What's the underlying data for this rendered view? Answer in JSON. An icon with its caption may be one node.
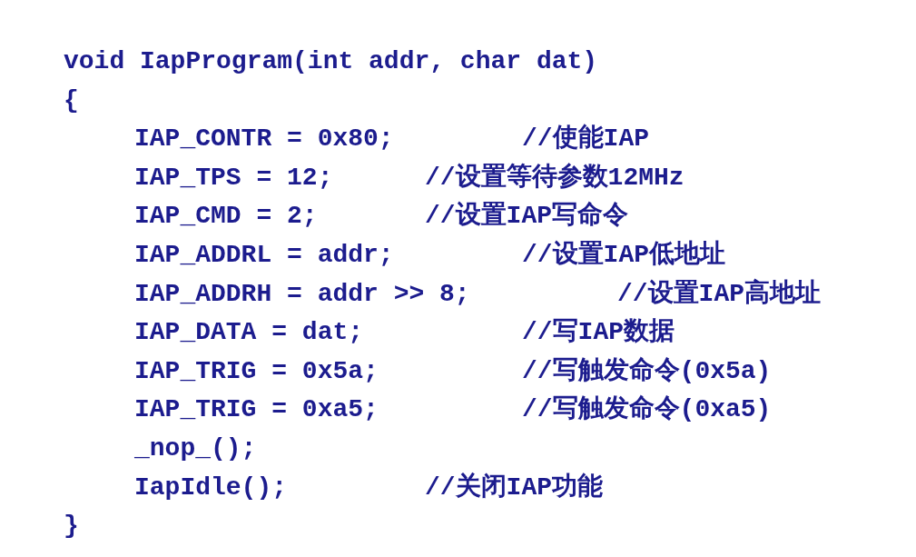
{
  "diagram": {
    "labels": [
      "void IapProgram(int addr, char dat)",
      "{",
      "IAP_CONTR = 0x80;",
      "//使能IAP",
      "IAP_TPS = 12;",
      "//设置等待参数12MHz",
      "IAP_CMD = 2;",
      "//设置IAP写命令",
      "IAP_ADDRL = addr;",
      "//设置IAP低地址",
      "IAP_ADDRH = addr >> 8;",
      "//设置IAP高地址",
      "IAP_DATA = dat;",
      "//写IAP数据",
      "IAP_TRIG = 0x5a;",
      "//写触发命令(0x5a)",
      "IAP_TRIG = 0xa5;",
      "//写触发命令(0xa5)",
      "_nop_();",
      "IapIdle();",
      "//关闭IAP功能",
      "}"
    ]
  }
}
